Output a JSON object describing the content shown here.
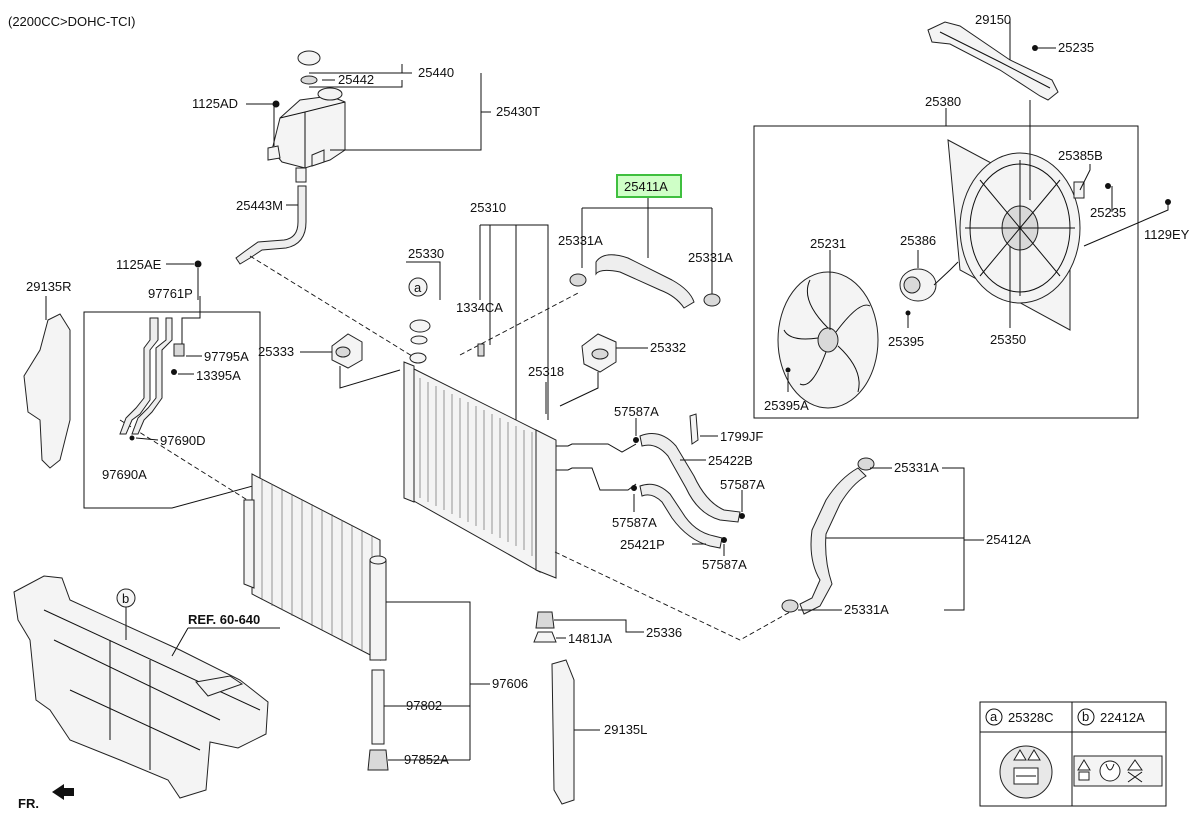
{
  "header": {
    "engine": "(2200CC>DOHC-TCI)"
  },
  "highlight": "25411A",
  "labels": {
    "p29150": "29150",
    "p25235a": "25235",
    "p25440": "25440",
    "p25442": "25442",
    "p1125AD": "1125AD",
    "p25430T": "25430T",
    "p25380": "25380",
    "p25385B": "25385B",
    "p25235b": "25235",
    "p1129EY": "1129EY",
    "p25411A": "25411A",
    "p25331Aa": "25331A",
    "p25331Ab": "25331A",
    "p25443M": "25443M",
    "p25310": "25310",
    "p25330": "25330",
    "p1125AE": "1125AE",
    "p29135R": "29135R",
    "p97761P": "97761P",
    "p1334CA": "1334CA",
    "p25333": "25333",
    "p25332": "25332",
    "p97795A": "97795A",
    "p13395A": "13395A",
    "p25318": "25318",
    "p25231": "25231",
    "p25386": "25386",
    "p25395": "25395",
    "p25350": "25350",
    "p25395A": "25395A",
    "p97690D": "97690D",
    "p97690A": "97690A",
    "p57587Aa": "57587A",
    "p1799JF": "1799JF",
    "p25422B": "25422B",
    "p25331Ac": "25331A",
    "p57587Ab": "57587A",
    "p57587Ac": "57587A",
    "p25421P": "25421P",
    "p25412A": "25412A",
    "p57587Ad": "57587A",
    "p25331Ad": "25331A",
    "p25336": "25336",
    "p1481JA": "1481JA",
    "pREF": "REF. 60-640",
    "p97606": "97606",
    "p97802": "97802",
    "p97852A": "97852A",
    "p29135L": "29135L",
    "fr": "FR."
  },
  "callouts": {
    "a": "a",
    "b": "b"
  },
  "legend": [
    {
      "letter": "a",
      "part": "25328C"
    },
    {
      "letter": "b",
      "part": "22412A"
    }
  ]
}
